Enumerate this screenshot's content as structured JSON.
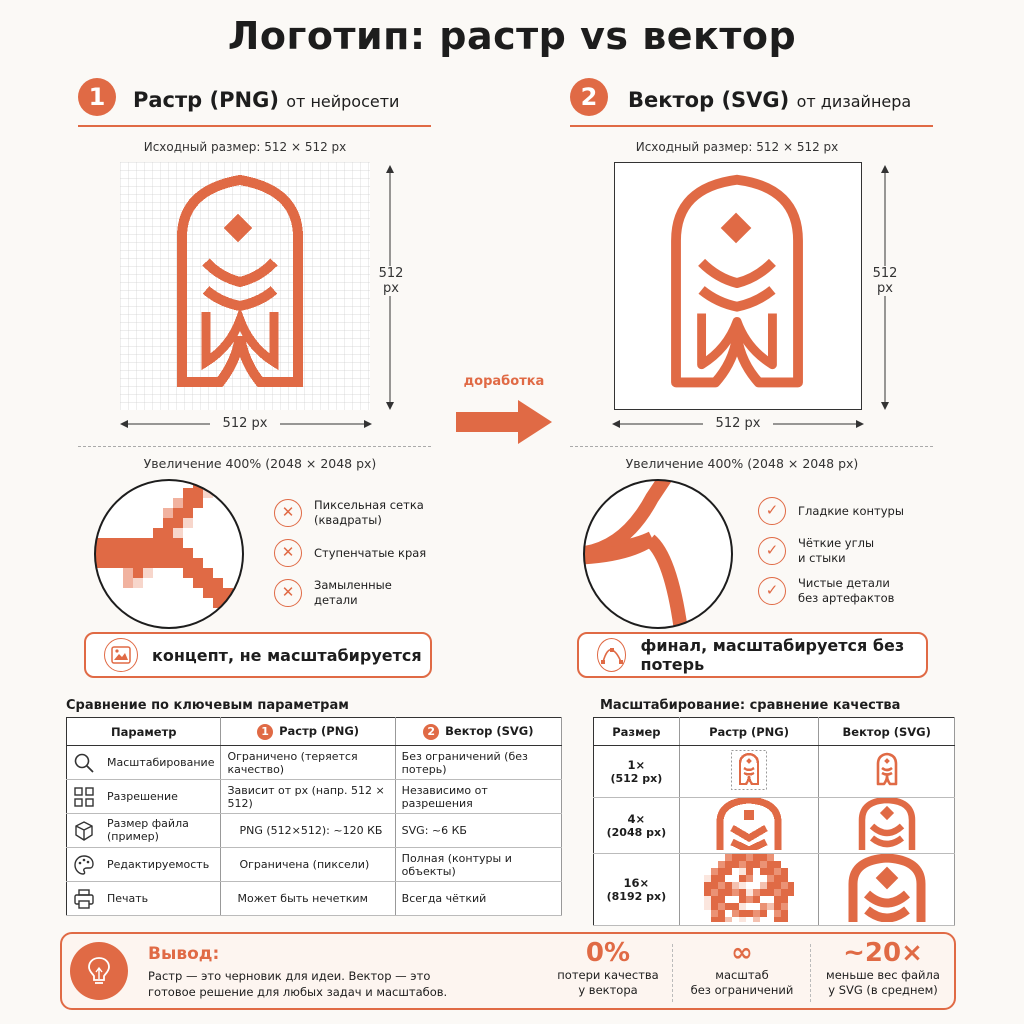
{
  "title": "Логотип: растр vs вектор",
  "left": {
    "num": "1",
    "heading": "Растр (PNG)",
    "heading_small": "от нейросети",
    "size_caption": "Исходный размер: 512 × 512 px",
    "dim_w": "512 px",
    "dim_h1": "512",
    "dim_h2": "px",
    "zoom_caption": "Увеличение 400% (2048 × 2048 px)",
    "features": [
      "Пиксельная сетка\n(квадраты)",
      "Ступенчатые края",
      "Замыленные детали"
    ],
    "feature_icon": "✕",
    "pill": "концепт, не масштабируется"
  },
  "right": {
    "num": "2",
    "heading": "Вектор (SVG)",
    "heading_small": "от дизайнера",
    "size_caption": "Исходный размер: 512 × 512 px",
    "dim_w": "512 px",
    "dim_h1": "512",
    "dim_h2": "px",
    "zoom_caption": "Увеличение 400% (2048 × 2048 px)",
    "features": [
      "Гладкие контуры",
      "Чёткие углы\nи стыки",
      "Чистые детали\nбез артефактов"
    ],
    "feature_icon": "✓",
    "pill": "финал, масштабируется без потерь"
  },
  "arrow_label": "доработка",
  "comparison": {
    "title": "Сравнение по ключевым параметрам",
    "headers": [
      "Параметр",
      "Растр (PNG)",
      "Вектор (SVG)"
    ],
    "header_nums": [
      "1",
      "2"
    ],
    "rows": [
      {
        "icon": "search-icon",
        "param": "Масштабирование",
        "raster": "Ограничено (теряется качество)",
        "vector": "Без ограничений (без потерь)"
      },
      {
        "icon": "grid-icon",
        "param": "Разрешение",
        "raster": "Зависит от px (напр. 512 × 512)",
        "vector": "Независимо от разрешения"
      },
      {
        "icon": "cube-icon",
        "param": "Размер файла\n(пример)",
        "raster": "PNG (512×512): ~120 КБ",
        "vector": "SVG: ~6 КБ"
      },
      {
        "icon": "palette-icon",
        "param": "Редактируемость",
        "raster": "Ограничена (пиксели)",
        "vector": "Полная (контуры и объекты)"
      },
      {
        "icon": "printer-icon",
        "param": "Печать",
        "raster": "Может быть нечетким",
        "vector": "Всегда чёткий"
      }
    ]
  },
  "scaling": {
    "title": "Масштабирование: сравнение качества",
    "headers": [
      "Размер",
      "Растр (PNG)",
      "Вектор (SVG)"
    ],
    "rows": [
      {
        "size": "1×",
        "px": "(512 px)"
      },
      {
        "size": "4×",
        "px": "(2048 px)"
      },
      {
        "size": "16×",
        "px": "(8192 px)"
      }
    ]
  },
  "conclusion": {
    "heading": "Вывод:",
    "text": "Растр — это черновик для идеи. Вектор — это готовое решение для любых задач и масштабов.",
    "stats": [
      {
        "big": "0%",
        "small": "потери качества\nу вектора"
      },
      {
        "big": "∞",
        "small": "масштаб\nбез ограничений"
      },
      {
        "big": "~20×",
        "small": "меньше вес файла\nу SVG (в среднем)"
      }
    ]
  },
  "colors": {
    "accent": "#e06a45",
    "text": "#1d1d1d",
    "background": "#fbf9f6"
  }
}
